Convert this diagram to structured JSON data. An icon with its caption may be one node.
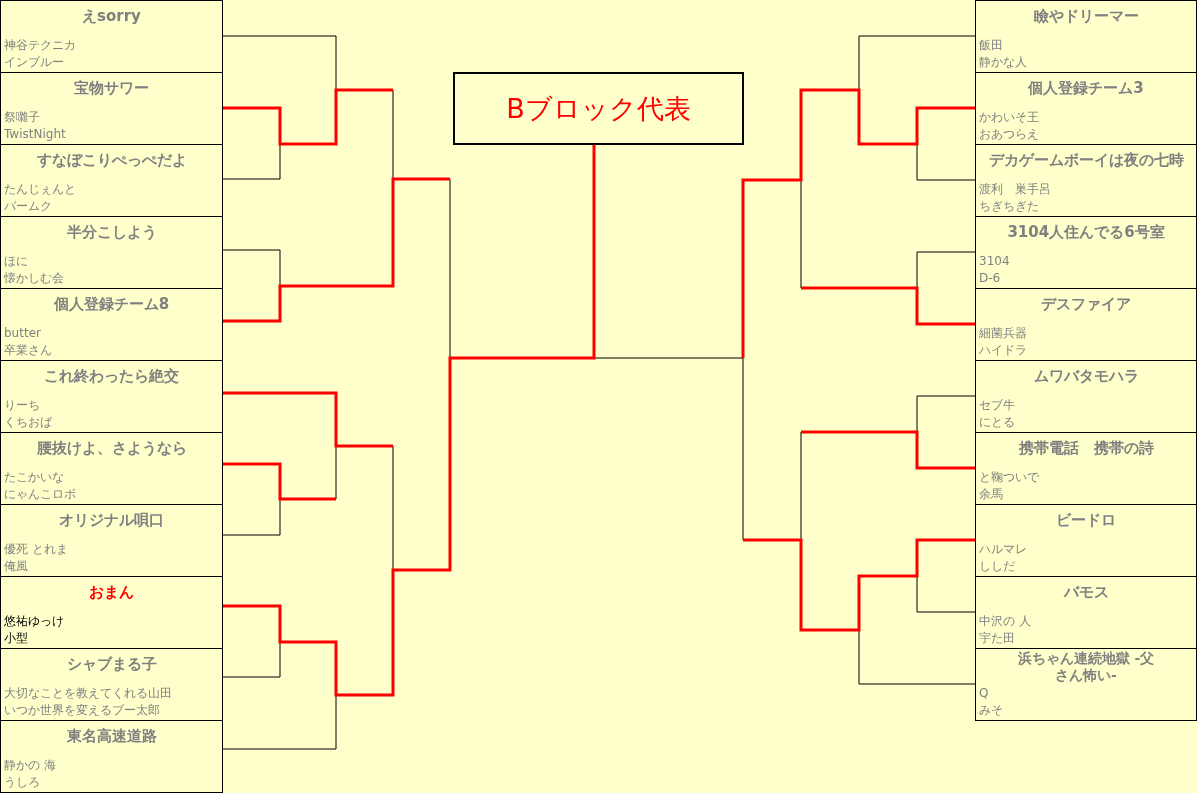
{
  "diagram": {
    "nodes": [
      {
        "text": [
          "えsorry",
          "神谷テクニカ",
          "インブルー"
        ]
      },
      {
        "text": [
          "宝物サワー",
          "祭囃子",
          "TwistNight"
        ]
      },
      {
        "text": [
          "すなぼこりぺっぺだよ",
          "たんじぇんと",
          "バームク"
        ]
      },
      {
        "text": [
          "半分こしよう",
          "ほに",
          "懐かしむ会"
        ]
      },
      {
        "text": [
          "個人登録チーム8",
          "butter",
          "卒業さん"
        ]
      },
      {
        "text": [
          "これ終わったら絶交",
          "りーち",
          "くちおば"
        ]
      },
      {
        "text": [
          "腰抜けよ、さようなら",
          "たこかいな",
          "にゃんこロボ"
        ]
      },
      {
        "text": [
          "オリジナル唄口",
          "優死 とれま",
          "俺風"
        ]
      },
      {
        "text": [
          "おまん",
          "悠祐ゆっけ",
          "小型"
        ]
      },
      {
        "text": [
          "シャブまる子",
          "大切なことを教えてくれる山田",
          "いつか世界を変えるブー太郎"
        ]
      },
      {
        "text": [
          "東名高速道路",
          "静かの 海",
          "うしろ"
        ]
      },
      {
        "text": [
          "瞼やドリーマー",
          "飯田",
          "静かな人"
        ]
      },
      {
        "text": [
          "個人登録チーム3",
          "かわいそ王",
          "おあつらえ"
        ]
      },
      {
        "text": [
          "デカゲームボーイは夜の七時",
          "渡利　巣手呂",
          "ちぎちぎた"
        ]
      },
      {
        "text": [
          "3104人住んでる6号室",
          "3104",
          "D-6"
        ]
      },
      {
        "text": [
          "デスファイア",
          "細菌兵器",
          "ハイドラ"
        ]
      },
      {
        "text": [
          "ムワバタモハラ",
          "セブ牛",
          "にとる"
        ]
      },
      {
        "text": [
          "携帯電話　携帯の詩",
          "と鞠ついで",
          "余馬"
        ]
      },
      {
        "text": [
          "ビードロ",
          "ハルマレ",
          "ししだ"
        ]
      },
      {
        "text": [
          "バモス",
          "中沢の 人",
          "宇た田"
        ]
      },
      {
        "text": [
          "浜ちゃん連続地獄 -父さん怖い-",
          "Q",
          "みそ"
        ]
      },
      {
        "text": [
          "Bブロック代表"
        ]
      }
    ]
  }
}
